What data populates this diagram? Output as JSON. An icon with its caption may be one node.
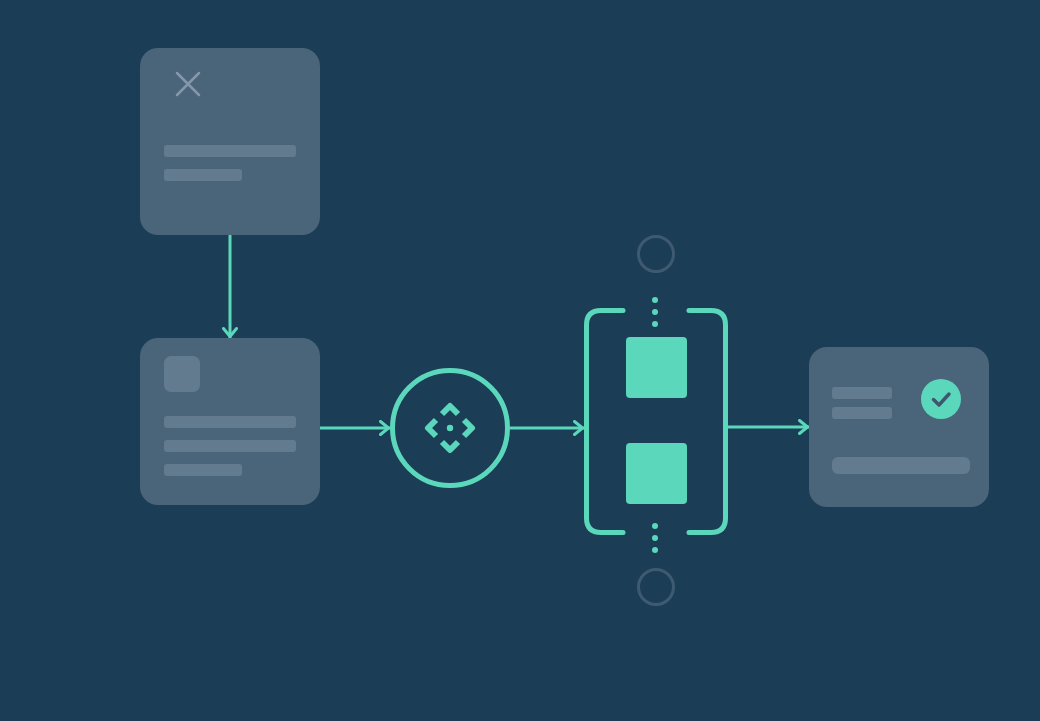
{
  "diagram": {
    "nodes": [
      {
        "text": [],
        "shape": "box"
      },
      {
        "text": [],
        "shape": "box"
      },
      {
        "text": [],
        "shape": "circle"
      },
      {
        "text": [],
        "shape": "bracket"
      },
      {
        "text": [],
        "shape": "box",
        "in": 3
      },
      {
        "text": [],
        "shape": "box",
        "in": 3
      },
      {
        "text": [],
        "shape": "box"
      },
      {
        "text": [],
        "shape": "circle"
      },
      {
        "text": [],
        "shape": "circle"
      }
    ],
    "edges": [
      {
        "from": 0,
        "to": 1,
        "arrow": "to"
      },
      {
        "from": 1,
        "to": 2,
        "arrow": "to"
      },
      {
        "from": 2,
        "to": 3,
        "arrow": "to"
      },
      {
        "from": 3,
        "to": 6,
        "arrow": "to"
      }
    ]
  }
}
